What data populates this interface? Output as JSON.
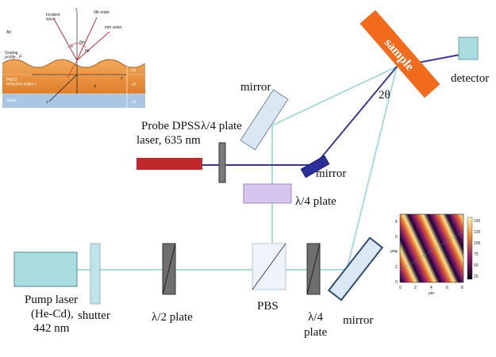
{
  "labels": {
    "mirror_upper": "mirror",
    "probe_laser_line1": "Probe DPSS",
    "probe_laser_line2": "laser, 635 nm",
    "quarter_plate_upper": "λ/4 plate",
    "mirror_middle": "mirror",
    "quarter_plate_middle": "λ/4 plate",
    "sample": "sample",
    "detector": "detector",
    "angle": "2θ",
    "pump_laser_line1": "Pump laser",
    "pump_laser_line2": "(He-Cd),",
    "pump_laser_line3": "442 nm",
    "shutter": "shutter",
    "half_plate": "λ/2 plate",
    "pbs": "PBS",
    "quarter_plate_lower_line1": "λ/4",
    "quarter_plate_lower_line2": "plate",
    "mirror_lower": "mirror"
  },
  "inset_grating": {
    "air": "Air",
    "incident_wave": "Incident\nwave",
    "zero_order": "0th order",
    "m_order": "mth order",
    "grating_profile": "Grating\nprofile - P",
    "pazo": "PAZO\nrefractive index ν",
    "glass": "Glass",
    "y_axis": "y",
    "x_axis": "x",
    "z_axis": "z",
    "theta": "θ",
    "theta_m": "θm",
    "theta_0": "θ0",
    "d": "d",
    "layer_1": "ν1",
    "layer_2": "ν2",
    "layer_3": "ν3"
  },
  "inset_afm": {
    "y_ticks": [
      "8",
      "6",
      "4",
      "2",
      "0"
    ],
    "x_ticks": [
      "0",
      "2",
      "4",
      "6",
      "8"
    ],
    "x_unit": "μm",
    "y_unit": "μm",
    "colorbar_ticks": [
      "150",
      "125",
      "100",
      "75",
      "50",
      "25"
    ]
  },
  "colors": {
    "beam_pump": "#a8dcdc",
    "beam_probe": "#3a3a8c",
    "sample": "#f26a1b",
    "mirror_fill": "#dbe8f4",
    "mirror_edge": "#2c4a78",
    "probe_laser": "#c0282c",
    "detector": "#a9dde0",
    "pump_laser": "#a9dde0",
    "lower_plate": "#6e6e6e",
    "purple_plate": "#d7c5ee"
  }
}
